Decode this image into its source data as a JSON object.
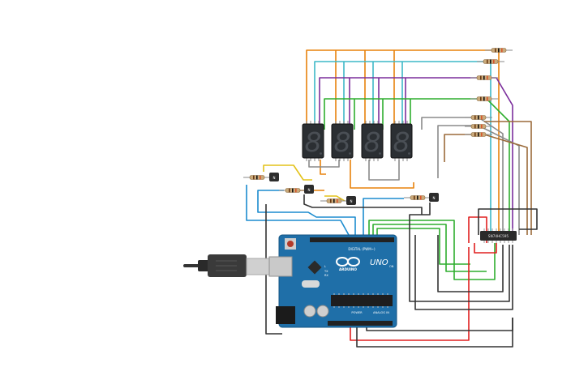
{
  "arduino": {
    "model_label": "UNO",
    "brand_label": "ARDUINO",
    "digital_label": "DIGITAL (PWM~)",
    "power_label": "POWER",
    "analog_label": "ANALOG IN",
    "tx_label": "TX",
    "rx_label": "RX",
    "l_label": "L",
    "on_label": "ON"
  },
  "shift_register": {
    "label": "SN74HC595"
  },
  "seven_segment_displays": [
    {
      "glyph": "8"
    },
    {
      "glyph": "8"
    },
    {
      "glyph": "8"
    },
    {
      "glyph": "8"
    }
  ],
  "transistors": [
    {
      "label": "N"
    },
    {
      "label": "N"
    },
    {
      "label": "N"
    },
    {
      "label": "N"
    }
  ],
  "wire_colors": {
    "orange": "#e8820c",
    "teal": "#3db8c7",
    "purple": "#7b2e9c",
    "green": "#2eae2e",
    "gray": "#8a8a8a",
    "brown": "#9b6a3a",
    "red": "#e02020",
    "black": "#333333",
    "yellow": "#e3c21a",
    "blue": "#1c8ccf"
  },
  "colors": {
    "board": "#1f6fa8",
    "board_edge": "#155683",
    "display_body": "#2b2f33",
    "segment": "#4a4f55",
    "chip": "#2a2a2a",
    "usb_plug": "#3a3a3a",
    "resistor": "#c9a97a"
  }
}
